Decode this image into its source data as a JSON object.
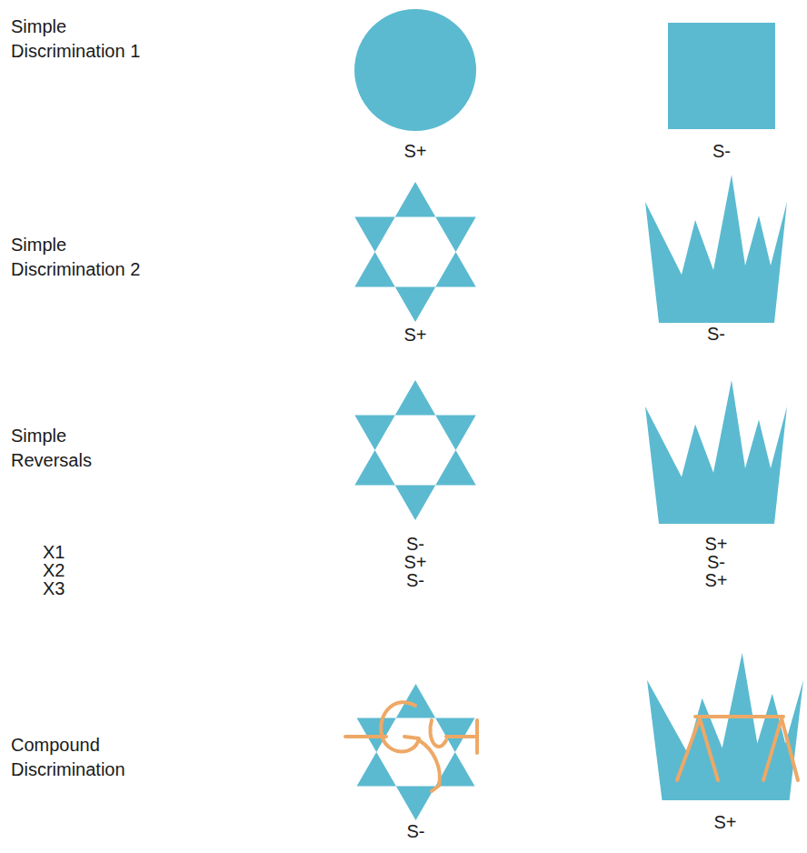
{
  "diagram": {
    "nodes": [
      {
        "text": [
          "S+"
        ]
      },
      {
        "text": [
          "S-"
        ]
      },
      {
        "text": [
          "S+"
        ]
      },
      {
        "text": [
          "S-"
        ]
      },
      {
        "text": [
          "S-",
          "S+",
          "S-"
        ]
      },
      {
        "text": [
          "S+",
          "S-",
          "S+"
        ]
      },
      {
        "text": [
          "S-"
        ]
      },
      {
        "text": [
          "S+"
        ]
      }
    ],
    "labels": [
      "Simple Discrimination 1",
      "Simple Discrimination 2",
      "Simple Reversals",
      "X1",
      "X2",
      "X3",
      "Compound Discrimination"
    ]
  }
}
